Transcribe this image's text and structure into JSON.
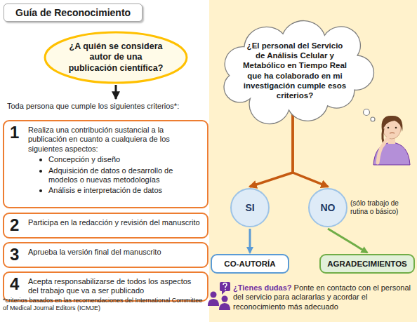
{
  "diagram": {
    "title": "Guía de Reconocimiento",
    "nodes": [
      {
        "text": [
          "¿A quién se considera autor de una publicación científica?"
        ]
      },
      {
        "text": [
          "1",
          "Realiza una contribución sustancial a la publicación en cuanto a cualquiera de los siguientes aspectos:",
          "Concepción y diseño",
          "Adquisición de datos o desarrollo de modelos o nuevas metodologías",
          "Análisis e interpretación de datos"
        ]
      },
      {
        "text": [
          "2",
          "Participa en la redacción y revisión del manuscrito"
        ]
      },
      {
        "text": [
          "3",
          "Aprueba la versión final del manuscrito"
        ]
      },
      {
        "text": [
          "4",
          "Acepta responsabilizarse de todos los aspectos del trabajo que va a ser publicado"
        ]
      },
      {
        "text": [
          "¿El personal del Servicio de Análisis Celular y Metabólico en Tiempo Real que ha colaborado en mi investigación cumple esos criterios?"
        ]
      },
      {
        "text": [
          "SI"
        ]
      },
      {
        "text": [
          "NO"
        ]
      },
      {
        "text": [
          "CO-AUTORÍA"
        ]
      },
      {
        "text": [
          "AGRADECIMIENTOS"
        ]
      }
    ],
    "edges": [
      {
        "from": 5,
        "to": 6,
        "arrow": "to"
      },
      {
        "from": 5,
        "to": 7,
        "arrow": "to"
      },
      {
        "from": 6,
        "to": 8,
        "arrow": "to"
      },
      {
        "from": 7,
        "to": 9,
        "arrow": "to"
      }
    ],
    "labels": [
      "Toda persona que cumple los siguientes criterios*:",
      "*criterios basados en las recomendaciones del International Committee of Medical Journal Editors (ICMJE)",
      "(sólo trabajo de rutina o básico)",
      "¿Tienes dudas?",
      "Ponte en contacto con el personal del servicio para aclararlas y acordar el reconocimiento más adecuado"
    ]
  }
}
